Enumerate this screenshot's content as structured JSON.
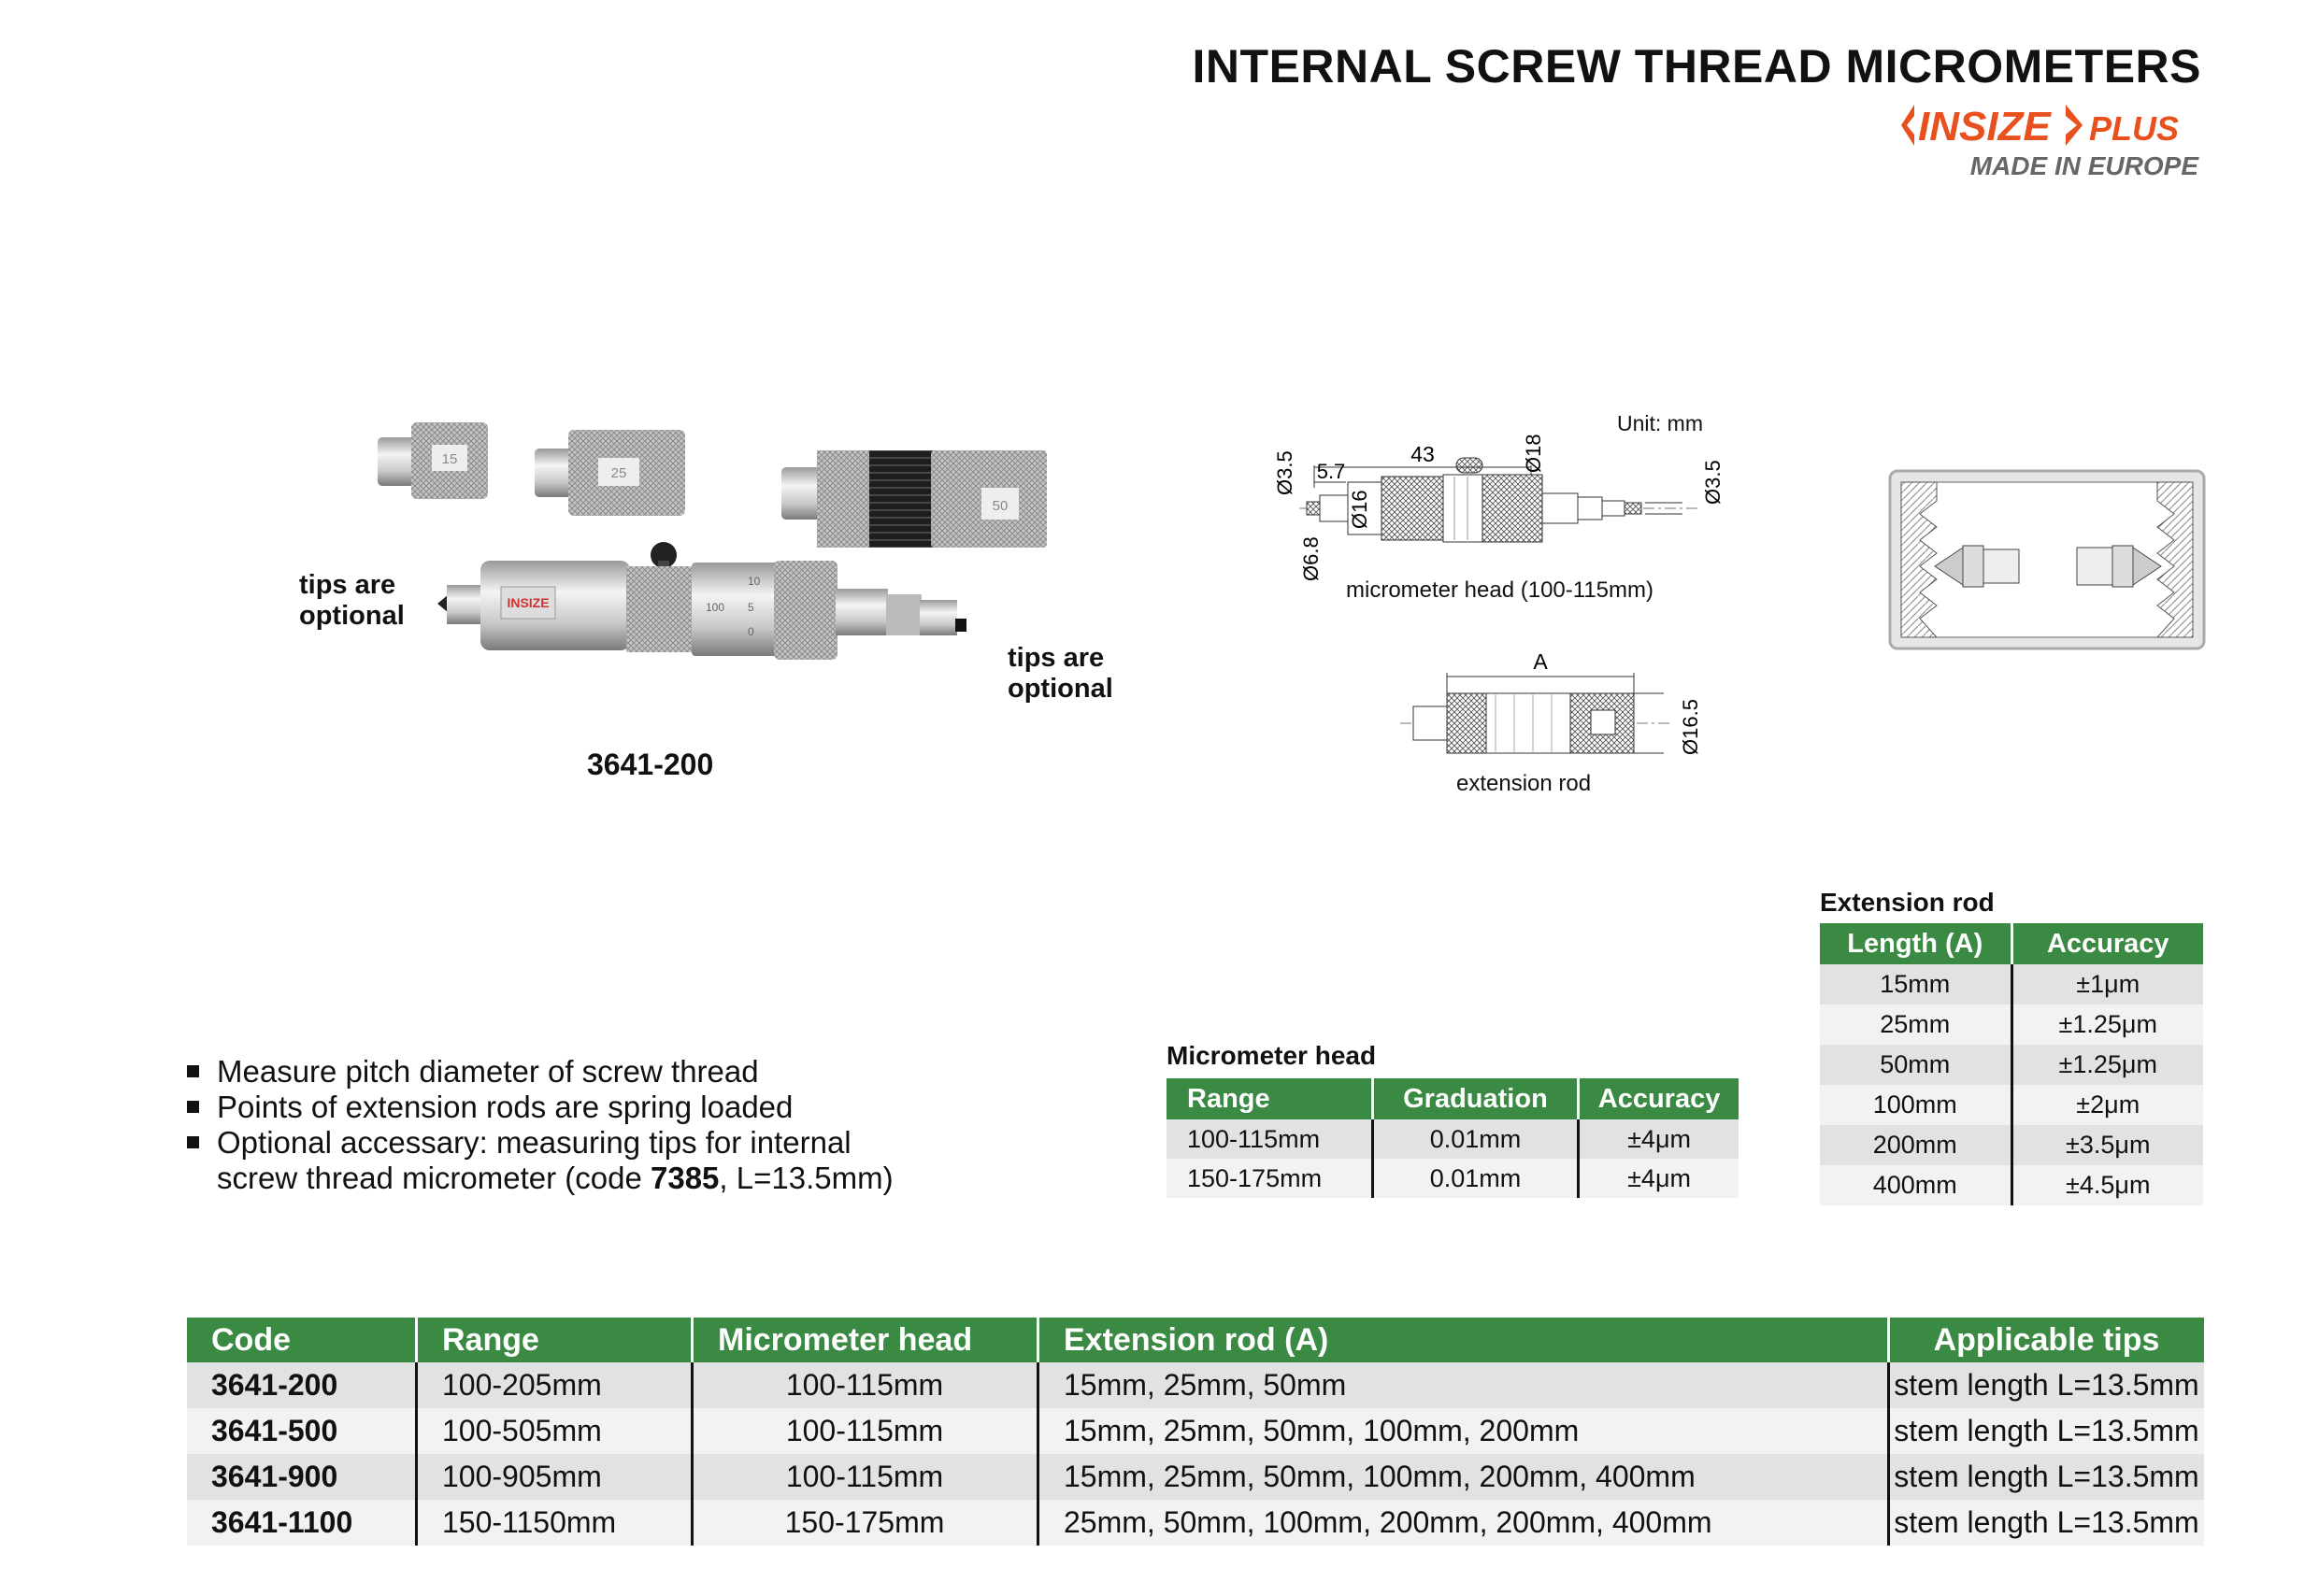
{
  "header": {
    "title": "INTERNAL SCREW THREAD MICROMETERS",
    "brand_name": "INSIZE",
    "brand_suffix": "PLUS",
    "brand_sub": "MADE IN EUROPE",
    "brand_color": "#e8501d"
  },
  "photo": {
    "tips_left": [
      "tips are",
      "optional"
    ],
    "tips_right": [
      "tips are",
      "optional"
    ],
    "model": "3641-200",
    "rod_labels": [
      "15",
      "25",
      "50"
    ],
    "scale_labels": [
      "10",
      "5",
      "0",
      "100"
    ]
  },
  "diagram": {
    "unit": "Unit: mm",
    "dim_43": "43",
    "dim_5_7": "5.7",
    "dim_d3_5_left": "Ø3.5",
    "dim_d6_8": "Ø6.8",
    "dim_d16": "Ø16",
    "dim_d18": "Ø18",
    "dim_d3_5_right": "Ø3.5",
    "caption_head": "micrometer head (100-115mm)",
    "dim_a": "A",
    "dim_d16_5": "Ø16.5",
    "caption_rod": "extension rod"
  },
  "features": [
    "Measure pitch diameter of screw thread",
    "Points of extension rods are spring loaded",
    "Optional accessary: measuring tips for internal"
  ],
  "feature_last": {
    "pre": "screw thread micrometer (code ",
    "code": "7385",
    "post": ", L=13.5mm)"
  },
  "micrometer_head": {
    "title": "Micrometer head",
    "headers": [
      "Range",
      "Graduation",
      "Accuracy"
    ],
    "rows": [
      [
        "100-115mm",
        "0.01mm",
        "±4μm"
      ],
      [
        "150-175mm",
        "0.01mm",
        "±4μm"
      ]
    ]
  },
  "extension_rod": {
    "title": "Extension rod",
    "headers": [
      "Length (A)",
      "Accuracy"
    ],
    "rows": [
      [
        "15mm",
        "±1μm"
      ],
      [
        "25mm",
        "±1.25μm"
      ],
      [
        "50mm",
        "±1.25μm"
      ],
      [
        "100mm",
        "±2μm"
      ],
      [
        "200mm",
        "±3.5μm"
      ],
      [
        "400mm",
        "±4.5μm"
      ]
    ]
  },
  "main_table": {
    "headers": [
      "Code",
      "Range",
      "Micrometer head",
      "Extension rod (A)",
      "Applicable tips"
    ],
    "rows": [
      [
        "3641-200",
        "100-205mm",
        "100-115mm",
        "15mm, 25mm, 50mm",
        "stem length L=13.5mm"
      ],
      [
        "3641-500",
        "100-505mm",
        "100-115mm",
        "15mm, 25mm, 50mm, 100mm, 200mm",
        "stem length L=13.5mm"
      ],
      [
        "3641-900",
        "100-905mm",
        "100-115mm",
        "15mm, 25mm, 50mm, 100mm, 200mm, 400mm",
        "stem length L=13.5mm"
      ],
      [
        "3641-1100",
        "150-1150mm",
        "150-175mm",
        "25mm, 50mm, 100mm, 200mm, 200mm, 400mm",
        "stem length L=13.5mm"
      ]
    ]
  }
}
